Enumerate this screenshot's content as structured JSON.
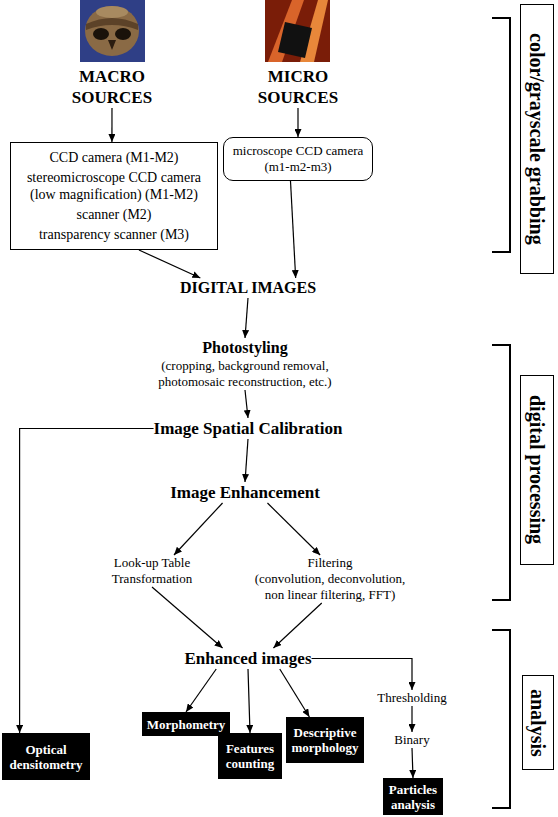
{
  "diagram": {
    "nodes": [
      {
        "text": [
          "MACRO SOURCES"
        ]
      },
      {
        "text": [
          "MICRO SOURCES"
        ]
      },
      {
        "text": [
          "color/grayscale grabbing"
        ]
      },
      {
        "text": [
          "CCD camera (M1-M2)",
          "stereomicroscope CCD camera (low magnification) (M1-M2)",
          "scanner (M2)",
          "transparency scanner (M3)"
        ]
      },
      {
        "text": [
          "microscope CCD camera (m1-m2-m3)"
        ]
      },
      {
        "text": [
          "DIGITAL IMAGES"
        ]
      },
      {
        "text": [
          "Photostyling",
          "(cropping, background removal, photomosaic reconstruction, etc.)"
        ]
      },
      {
        "text": [
          "digital processing"
        ]
      },
      {
        "text": [
          "Image Spatial Calibration"
        ]
      },
      {
        "text": [
          "Image Enhancement"
        ]
      },
      {
        "text": [
          "Look-up Table Transformation"
        ]
      },
      {
        "text": [
          "Filtering",
          "(convolution, deconvolution, non linear filtering, FFT)"
        ]
      },
      {
        "text": [
          "Enhanced images"
        ]
      },
      {
        "text": [
          "analysis"
        ]
      },
      {
        "text": [
          "Thresholding"
        ]
      },
      {
        "text": [
          "Morphometry"
        ]
      },
      {
        "text": [
          "Descriptive morphology"
        ]
      },
      {
        "text": [
          "Optical densitometry"
        ]
      },
      {
        "text": [
          "Features counting"
        ]
      },
      {
        "text": [
          "Binary"
        ]
      },
      {
        "text": [
          "Particles analysis"
        ]
      }
    ],
    "edges": [
      {
        "from": 0,
        "to": 3,
        "arrow": "to"
      },
      {
        "from": 1,
        "to": 4,
        "arrow": "to"
      },
      {
        "from": 3,
        "to": 5,
        "arrow": "to"
      },
      {
        "from": 4,
        "to": 5,
        "arrow": "to"
      },
      {
        "from": 5,
        "to": 6,
        "arrow": "to"
      },
      {
        "from": 6,
        "to": 8,
        "arrow": "to"
      },
      {
        "from": 8,
        "to": 9,
        "arrow": "to"
      },
      {
        "from": 8,
        "to": 17,
        "arrow": "to"
      },
      {
        "from": 9,
        "to": 10,
        "arrow": "to"
      },
      {
        "from": 9,
        "to": 11,
        "arrow": "to"
      },
      {
        "from": 10,
        "to": 12,
        "arrow": "to"
      },
      {
        "from": 11,
        "to": 12,
        "arrow": "to"
      },
      {
        "from": 12,
        "to": 15,
        "arrow": "to"
      },
      {
        "from": 12,
        "to": 18,
        "arrow": "to"
      },
      {
        "from": 12,
        "to": 16,
        "arrow": "to"
      },
      {
        "from": 12,
        "to": 14,
        "arrow": "to"
      },
      {
        "from": 14,
        "to": 19,
        "arrow": "to"
      },
      {
        "from": 19,
        "to": 20,
        "arrow": "to"
      }
    ]
  }
}
